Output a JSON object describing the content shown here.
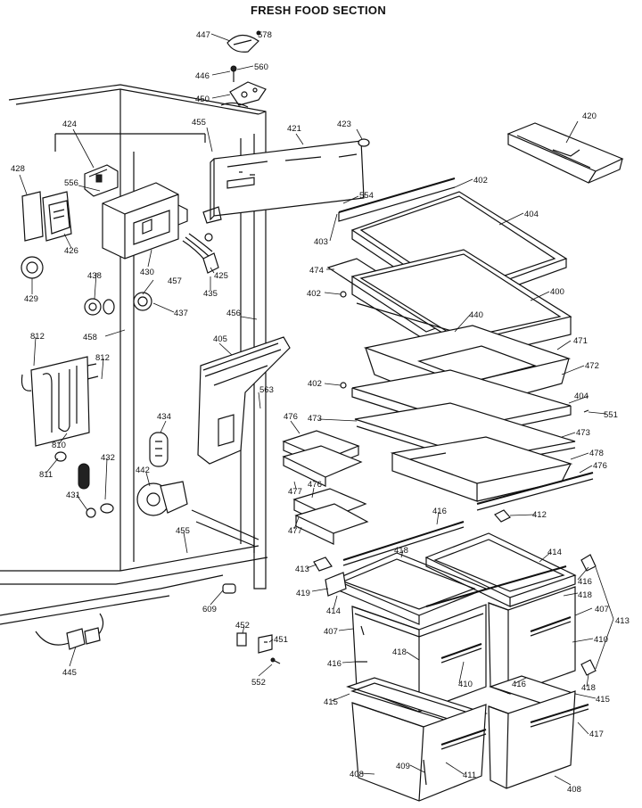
{
  "title": "FRESH FOOD SECTION",
  "part_numbers": [
    {
      "id": "447"
    },
    {
      "id": "578"
    },
    {
      "id": "446"
    },
    {
      "id": "560"
    },
    {
      "id": "450"
    },
    {
      "id": "455a",
      "text": "455"
    },
    {
      "id": "421"
    },
    {
      "id": "423"
    },
    {
      "id": "420"
    },
    {
      "id": "424"
    },
    {
      "id": "428"
    },
    {
      "id": "556"
    },
    {
      "id": "554"
    },
    {
      "id": "402a",
      "text": "402"
    },
    {
      "id": "404a",
      "text": "404"
    },
    {
      "id": "403"
    },
    {
      "id": "474"
    },
    {
      "id": "400"
    },
    {
      "id": "402b",
      "text": "402"
    },
    {
      "id": "440"
    },
    {
      "id": "426"
    },
    {
      "id": "438"
    },
    {
      "id": "430"
    },
    {
      "id": "425"
    },
    {
      "id": "429"
    },
    {
      "id": "457"
    },
    {
      "id": "435"
    },
    {
      "id": "437"
    },
    {
      "id": "456a",
      "text": "456"
    },
    {
      "id": "458"
    },
    {
      "id": "405"
    },
    {
      "id": "471"
    },
    {
      "id": "472"
    },
    {
      "id": "812a",
      "text": "812"
    },
    {
      "id": "812b",
      "text": "812"
    },
    {
      "id": "402c",
      "text": "402"
    },
    {
      "id": "563"
    },
    {
      "id": "404b",
      "text": "404"
    },
    {
      "id": "551"
    },
    {
      "id": "476a",
      "text": "476"
    },
    {
      "id": "473a",
      "text": "473"
    },
    {
      "id": "434"
    },
    {
      "id": "473b",
      "text": "473"
    },
    {
      "id": "810"
    },
    {
      "id": "478"
    },
    {
      "id": "476b",
      "text": "476"
    },
    {
      "id": "811"
    },
    {
      "id": "432"
    },
    {
      "id": "477a",
      "text": "477"
    },
    {
      "id": "476c",
      "text": "476"
    },
    {
      "id": "442"
    },
    {
      "id": "431"
    },
    {
      "id": "416a",
      "text": "416"
    },
    {
      "id": "412"
    },
    {
      "id": "455b",
      "text": "455"
    },
    {
      "id": "477b",
      "text": "477"
    },
    {
      "id": "418a",
      "text": "418"
    },
    {
      "id": "414a",
      "text": "414"
    },
    {
      "id": "413a",
      "text": "413"
    },
    {
      "id": "416b",
      "text": "416"
    },
    {
      "id": "419"
    },
    {
      "id": "418b",
      "text": "418"
    },
    {
      "id": "414b",
      "text": "414"
    },
    {
      "id": "407a",
      "text": "407"
    },
    {
      "id": "609"
    },
    {
      "id": "413b",
      "text": "413"
    },
    {
      "id": "407b",
      "text": "407"
    },
    {
      "id": "410a",
      "text": "410"
    },
    {
      "id": "452"
    },
    {
      "id": "451"
    },
    {
      "id": "418c",
      "text": "418"
    },
    {
      "id": "410b",
      "text": "410"
    },
    {
      "id": "445"
    },
    {
      "id": "416c",
      "text": "416"
    },
    {
      "id": "418d",
      "text": "418"
    },
    {
      "id": "416d",
      "text": "416"
    },
    {
      "id": "552"
    },
    {
      "id": "415a",
      "text": "415"
    },
    {
      "id": "415b",
      "text": "415"
    },
    {
      "id": "417"
    },
    {
      "id": "408a",
      "text": "408"
    },
    {
      "id": "409"
    },
    {
      "id": "411"
    },
    {
      "id": "408b",
      "text": "408"
    }
  ]
}
